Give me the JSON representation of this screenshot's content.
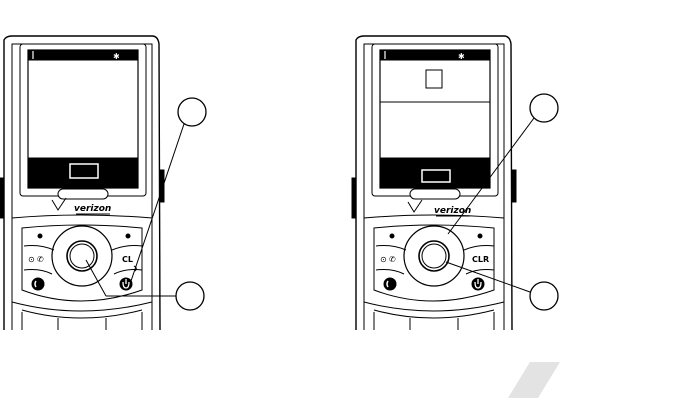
{
  "phones": [
    {
      "id": "left",
      "brand": "verizon",
      "key_clr": "CL",
      "screen_status_icon": "bluetooth-icon",
      "screen_content": "blank",
      "callouts": [
        {
          "target": "right-soft-key",
          "label": ""
        },
        {
          "target": "navigation-center-key",
          "label": ""
        }
      ]
    },
    {
      "id": "right",
      "brand": "verizon",
      "key_clr": "CLR",
      "screen_status_icon": "bluetooth-icon",
      "screen_content": "icon-placeholder",
      "callouts": [
        {
          "target": "navigation-ring",
          "label": ""
        },
        {
          "target": "navigation-center-key",
          "label": ""
        }
      ]
    }
  ],
  "icons": {
    "camera": "camera-icon",
    "voice": "voice-icon",
    "send": "send-key-icon",
    "end": "power-end-key-icon"
  },
  "colors": {
    "line": "#000000",
    "screen_bar": "#000000",
    "watermark": "#e3e3e3"
  }
}
